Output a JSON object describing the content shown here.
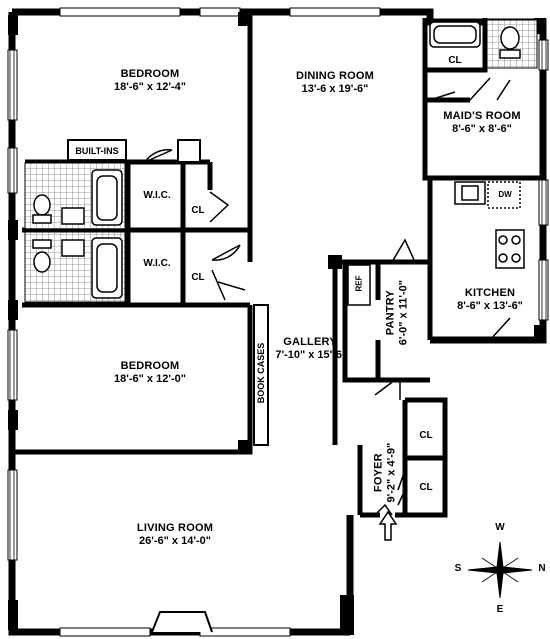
{
  "rooms": {
    "bedroom_1": {
      "name": "BEDROOM",
      "dims": "18'-6\" x 12'-4\""
    },
    "dining": {
      "name": "DINING ROOM",
      "dims": "13'-6 x 19'-6\""
    },
    "maids": {
      "name": "MAID'S ROOM",
      "dims": "8'-6\" x 8'-6\""
    },
    "kitchen": {
      "name": "KITCHEN",
      "dims": "8'-6\" x 13'-6\""
    },
    "gallery": {
      "name": "GALLERY",
      "dims": "7'-10\" x 15'-6'"
    },
    "pantry": {
      "name": "PANTRY",
      "dims": "6'-0\" x 11'-0\""
    },
    "bedroom_2": {
      "name": "BEDROOM",
      "dims": "18'-6\" x 12'-0\""
    },
    "foyer": {
      "name": "FOYER",
      "dims": "9'-2\" x 4'-9\""
    },
    "living": {
      "name": "LIVING ROOM",
      "dims": "26'-6\" x 14'-0\""
    }
  },
  "fixtures": {
    "built_ins": "BUILT-INS",
    "wic": "W.I.C.",
    "closet": "CL",
    "book_cases": "BOOK CASES",
    "ref": "REF",
    "dw": "DW"
  },
  "compass": {
    "w": "W",
    "s": "S",
    "n": "N",
    "e": "E"
  }
}
